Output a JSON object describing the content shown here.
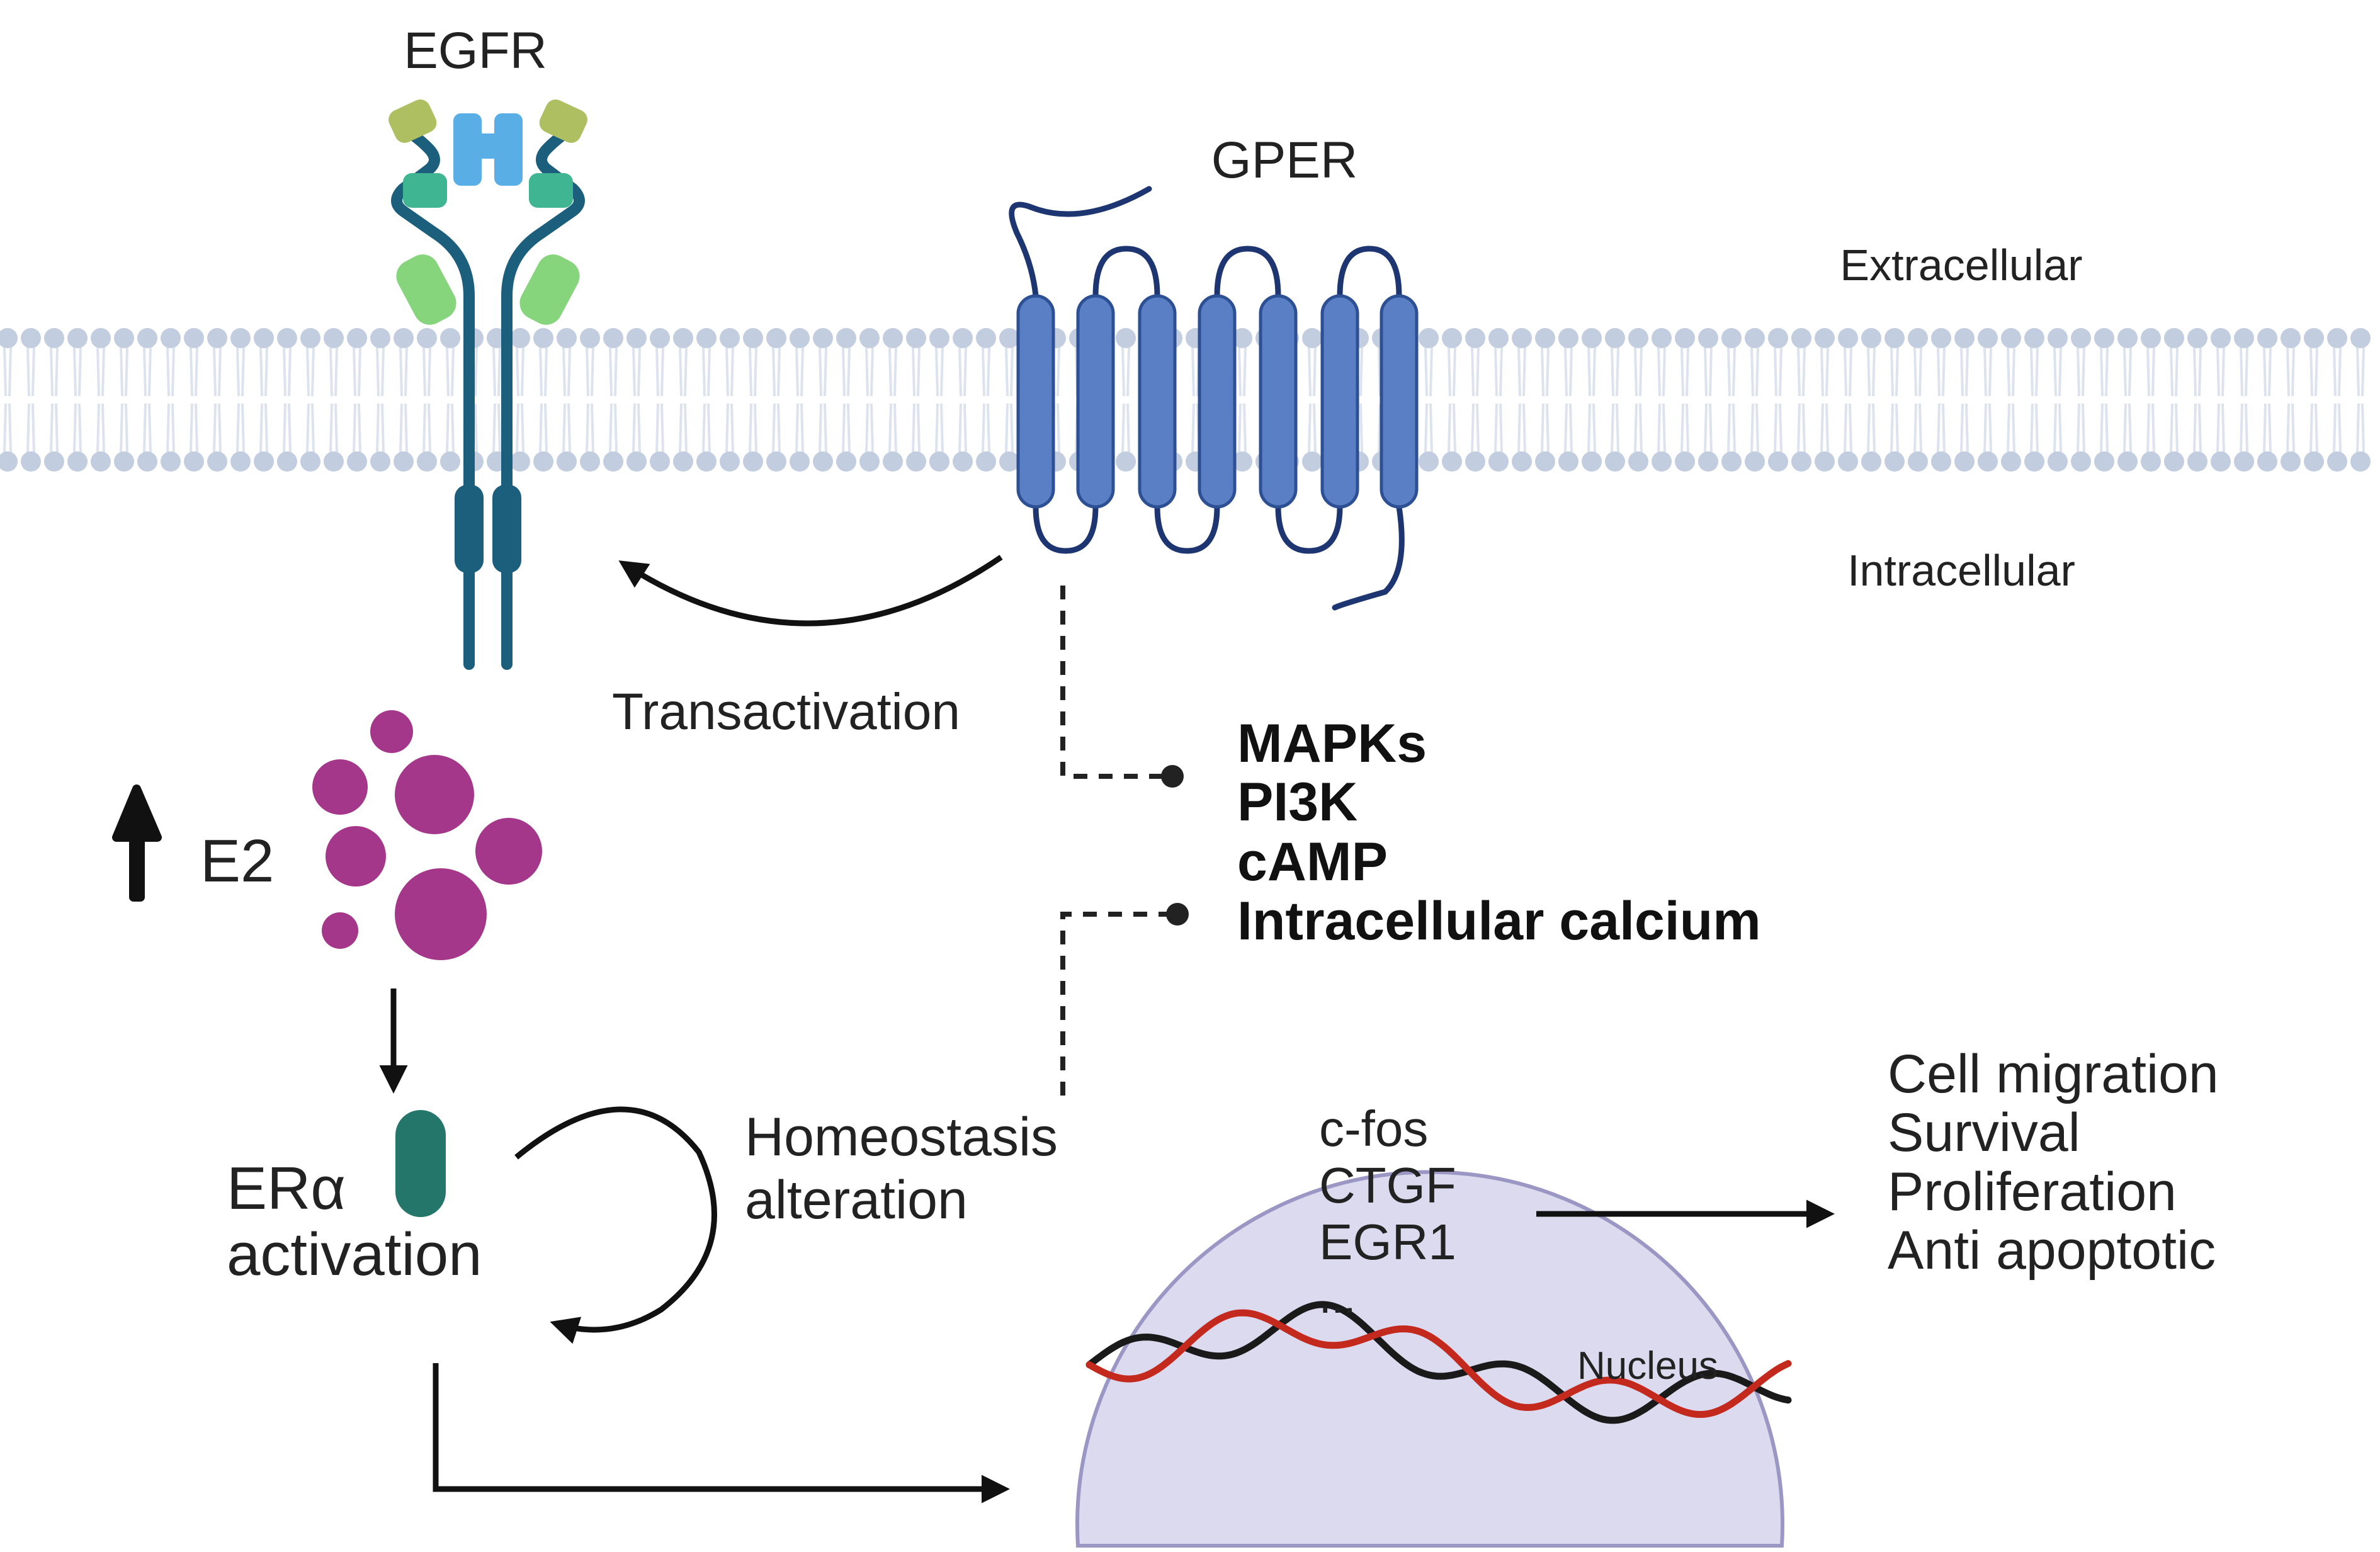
{
  "membrane": {
    "extracellular_label": "Extracellular",
    "intracellular_label": "Intracellular"
  },
  "receptors": {
    "egfr_label": "EGFR",
    "gper_label": "GPER"
  },
  "transactivation_label": "Transactivation",
  "signals": [
    "MAPKs",
    "PI3K",
    "cAMP",
    "Intracellular calcium"
  ],
  "e2": {
    "label": "E2"
  },
  "er_alpha": {
    "line1": "ERα",
    "line2": "activation"
  },
  "homeostasis": {
    "line1": "Homeostasis",
    "line2": "alteration"
  },
  "nucleus": {
    "label": "Nucleus",
    "genes": [
      "c-fos",
      "CTGF",
      "EGR1",
      "..."
    ]
  },
  "outcomes": [
    "Cell migration",
    "Survival",
    "Proliferation",
    "Anti apoptotic"
  ],
  "colors": {
    "membrane_head": "#c3cde0",
    "membrane_tail": "#dde3ee",
    "gper_fill": "#5b7fc4",
    "gper_stroke": "#2d4f93",
    "loop": "#1d3570",
    "egfr_stalk": "#1c5f7c",
    "egfr_lightblue": "#5aaee6",
    "egfr_teal": "#3fb592",
    "egfr_green": "#86d47b",
    "egfr_olive": "#aebf62",
    "e2_purple": "#a5378a",
    "er_alpha_teal": "#25766a",
    "nucleus_fill": "#dcdaee",
    "nucleus_stroke": "#9a97c4",
    "dna_red": "#c4291e",
    "dna_dark": "#1a1a1a"
  }
}
